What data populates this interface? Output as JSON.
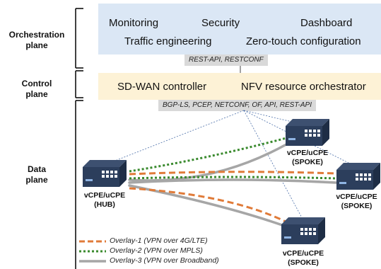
{
  "planes": {
    "orchestration": "Orchestration\nplane",
    "control": "Control\nplane",
    "data": "Data\nplane"
  },
  "orchestration_box": {
    "items": [
      "Monitoring",
      "Security",
      "Dashboard",
      "Traffic engineering",
      "Zero-touch configuration"
    ],
    "color": "#dbe7f5"
  },
  "orchestration_api": "REST-API, RESTCONF",
  "control_box": {
    "items": [
      "SD-WAN controller",
      "NFV resource orchestrator"
    ],
    "color": "#fdf2d6"
  },
  "control_api": "BGP-LS, PCEP, NETCONF, OF, API, REST-API",
  "devices": [
    {
      "name": "vCPE/uCPE",
      "role": "(HUB)",
      "icon": "network-switch-icon"
    },
    {
      "name": "vCPE/uCPE",
      "role": "(SPOKE)",
      "icon": "network-switch-icon"
    },
    {
      "name": "vCPE/uCPE",
      "role": "(SPOKE)",
      "icon": "network-switch-icon"
    },
    {
      "name": "vCPE/uCPE",
      "role": "(SPOKE)",
      "icon": "network-switch-icon"
    }
  ],
  "legend": [
    {
      "label": "Overlay-1 (VPN over 4G/LTE)",
      "color": "#e07b39",
      "style": "dashed"
    },
    {
      "label": "Overlay-2 (VPN over MPLS)",
      "color": "#3a8a2e",
      "style": "dotted"
    },
    {
      "label": "Overlay-3 (VPN over Broadband)",
      "color": "#a6a6a6",
      "style": "solid"
    }
  ]
}
